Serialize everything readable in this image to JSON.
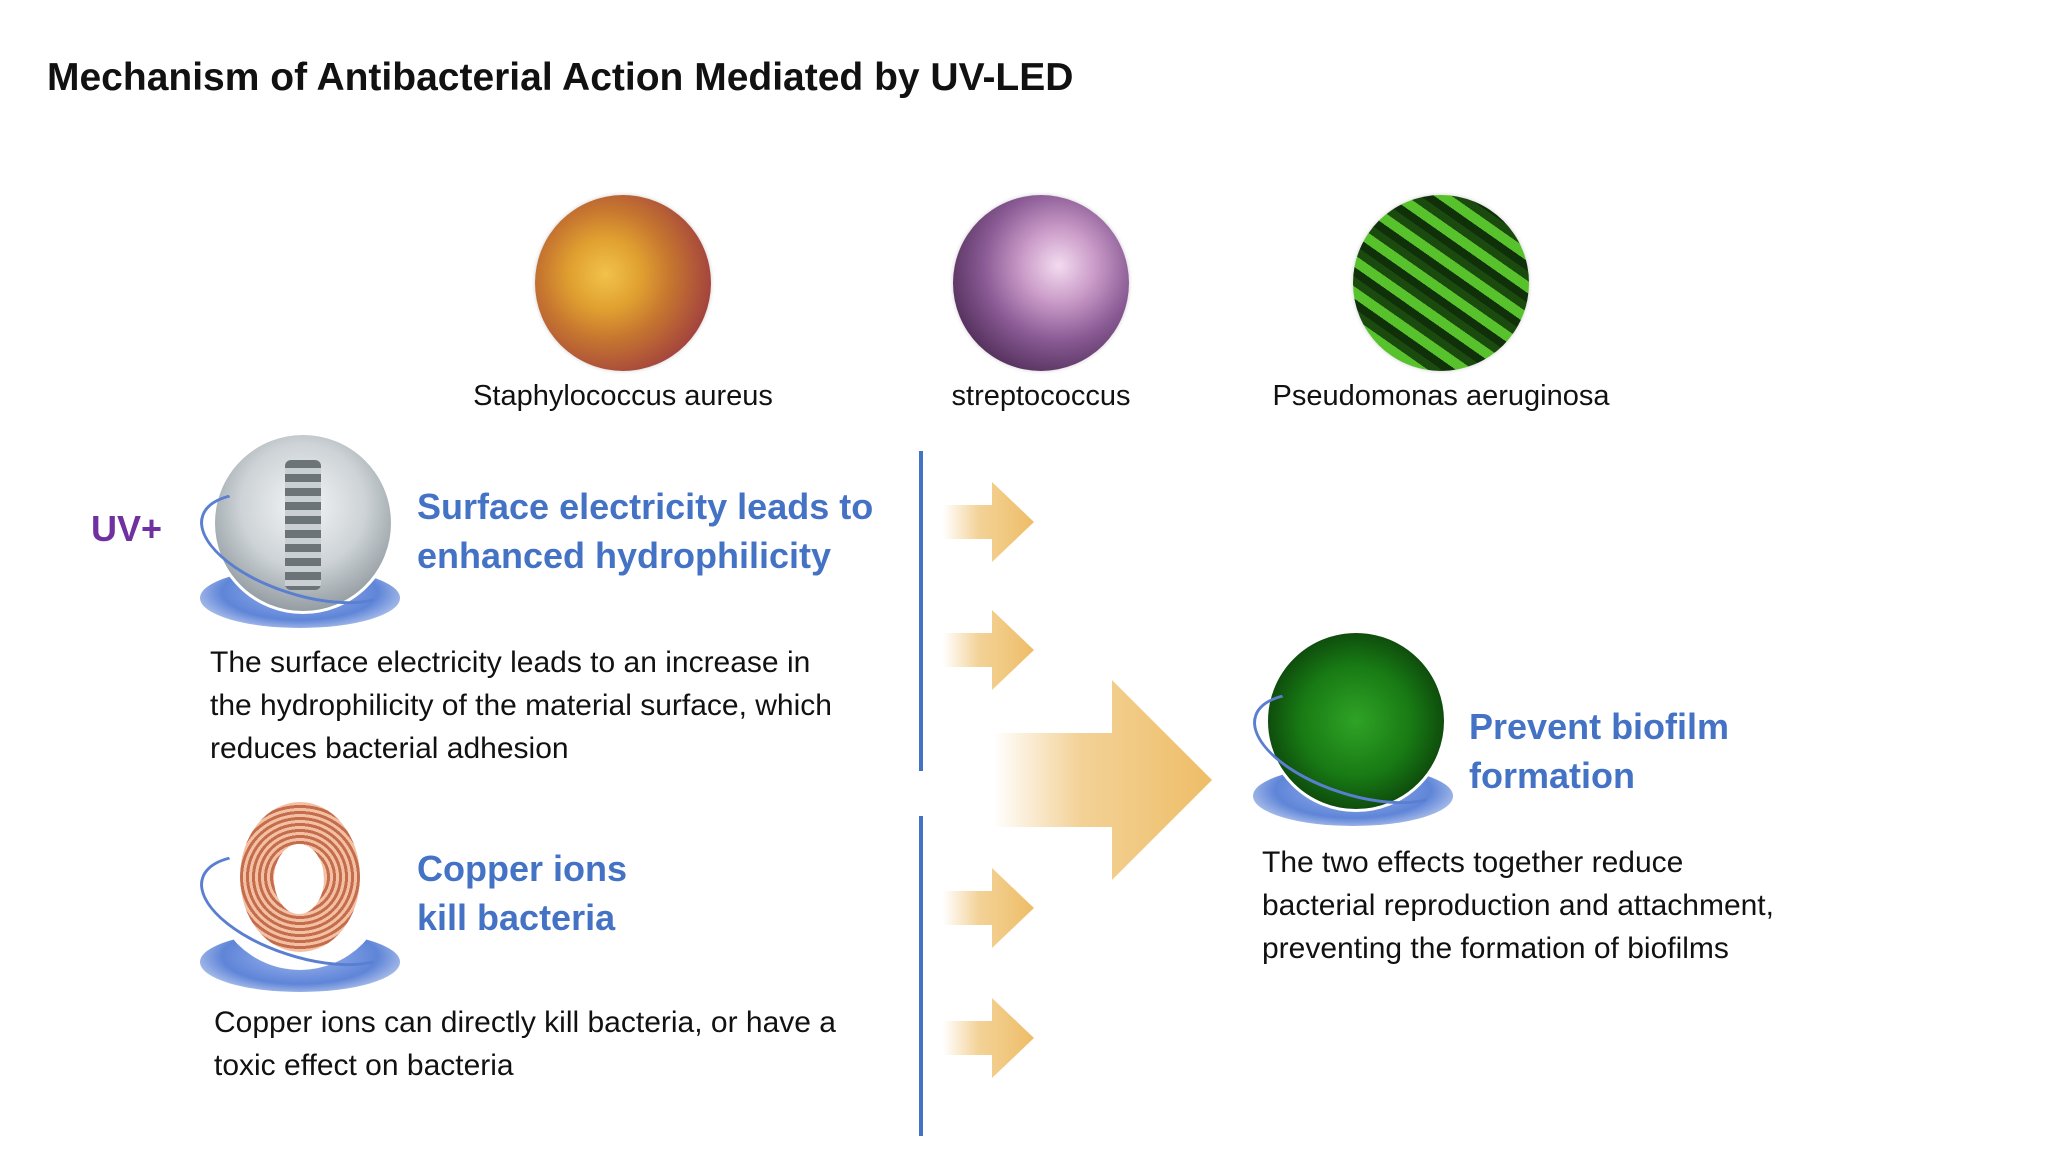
{
  "title": "Mechanism of Antibacterial Action Mediated by UV-LED",
  "bacteria": [
    {
      "label": "Staphylococcus aureus"
    },
    {
      "label": "streptococcus"
    },
    {
      "label": "Pseudomonas aeruginosa"
    }
  ],
  "uv_label": "UV+",
  "effects": [
    {
      "heading_line1": "Surface electricity leads to",
      "heading_line2": "enhanced hydrophilicity",
      "body": [
        "The surface electricity leads to an increase in",
        "the hydrophilicity of the material surface, which",
        "reduces bacterial adhesion"
      ]
    },
    {
      "heading_line1": "Copper ions",
      "heading_line2": "kill bacteria",
      "body": [
        "Copper ions can directly kill bacteria, or have a",
        "toxic effect on bacteria"
      ]
    }
  ],
  "result": {
    "heading_line1": "Prevent biofilm",
    "heading_line2": "formation",
    "body": [
      "The two effects together reduce",
      "bacterial reproduction and attachment,",
      "preventing the formation of biofilms"
    ]
  },
  "colors": {
    "accent": "#4472c4",
    "uv": "#7030a0",
    "arrow": "#f0c67c"
  }
}
